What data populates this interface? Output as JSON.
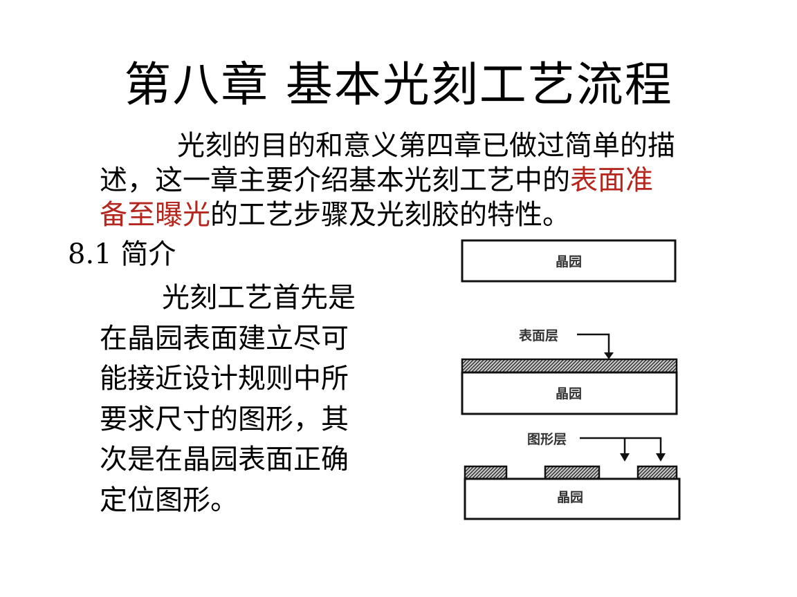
{
  "slide": {
    "title": "第八章  基本光刻工艺流程",
    "intro": {
      "line1": "光刻的目的和意义第四章已做过简单的描",
      "line2_pre": "述，这一章主要介绍基本光刻工艺中的",
      "line2_hl": "表面准",
      "line3_hl": "备至曝光",
      "line3_post": "的工艺步骤及光刻胶的特性。"
    },
    "section_heading": "8.1  简介",
    "body_lines": [
      "光刻工艺首先是",
      "在晶园表面建立尽可",
      "能接近设计规则中所",
      "要求尺寸的图形，其",
      "次是在晶园表面正确",
      "定位图形。"
    ],
    "highlight_color": "#b5261e"
  },
  "diagram": {
    "wafer_label": "晶园",
    "surface_layer_label": "表面层",
    "pattern_layer_label": "图形层"
  }
}
